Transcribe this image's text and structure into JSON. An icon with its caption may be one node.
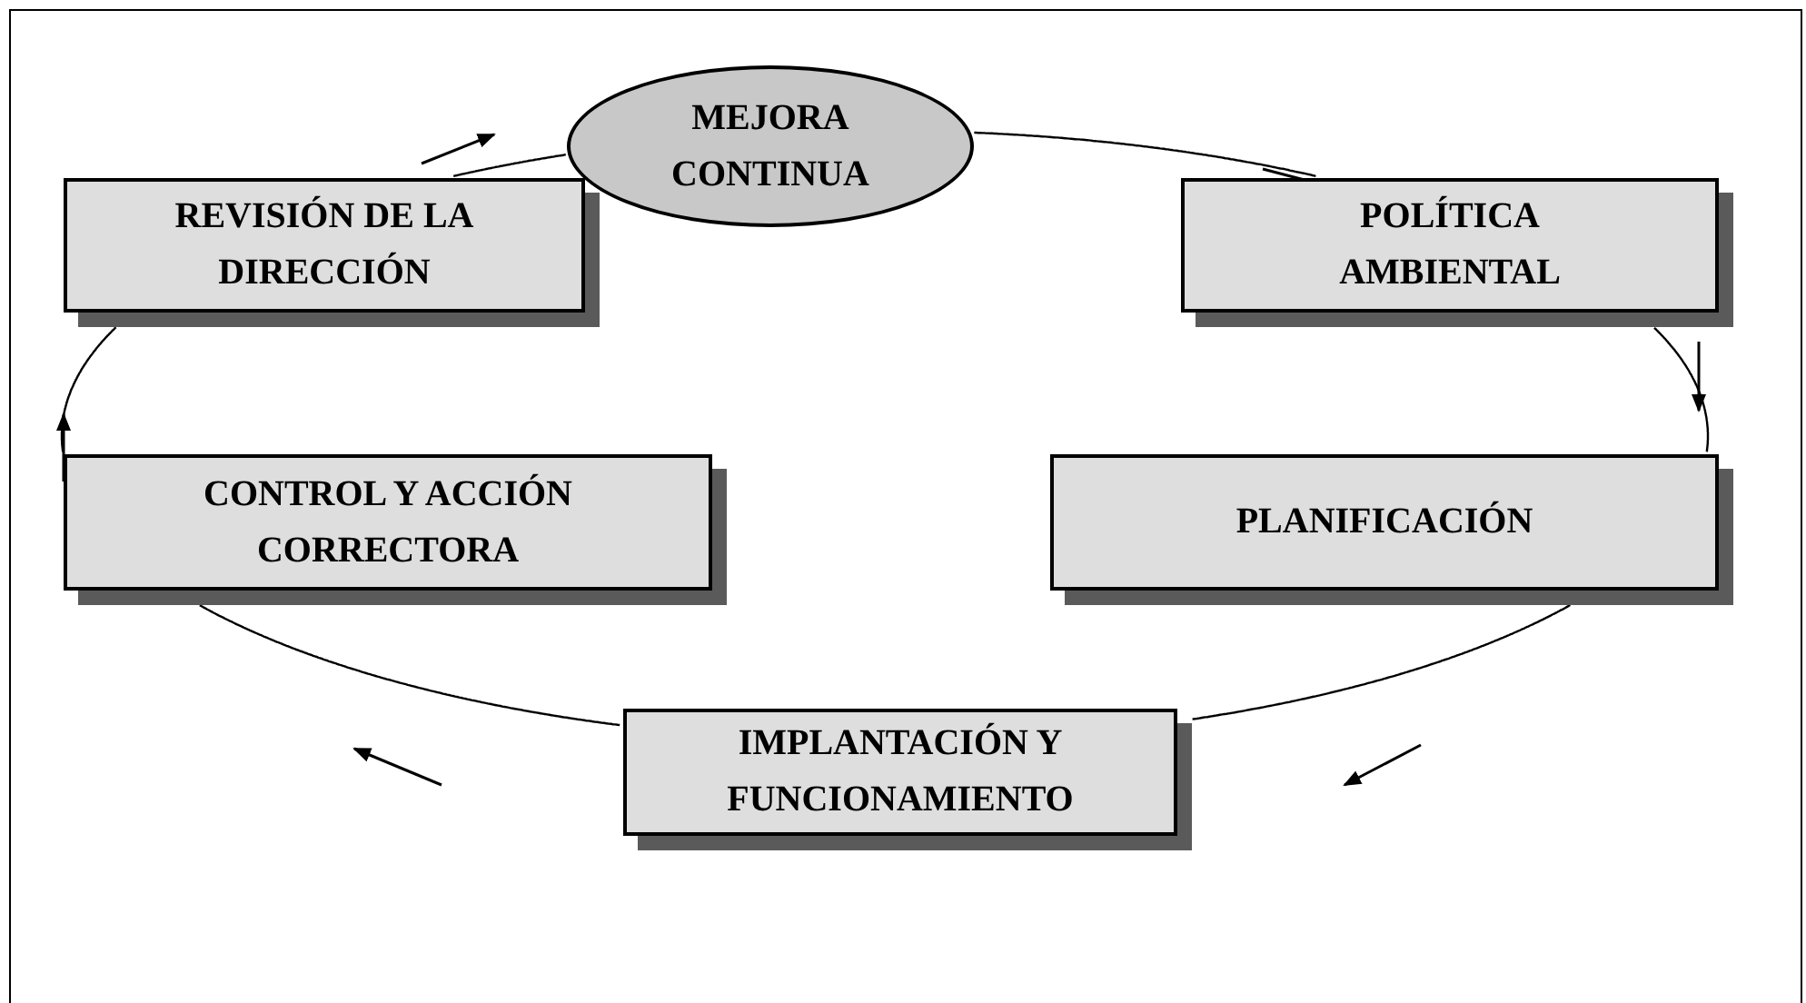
{
  "diagram": {
    "nodes": [
      {
        "text": [
          "MEJORA CONTINUA"
        ]
      },
      {
        "text": [
          "POLÍTICA AMBIENTAL"
        ]
      },
      {
        "text": [
          "PLANIFICACIÓN"
        ]
      },
      {
        "text": [
          "IMPLANTACIÓN Y FUNCIONAMIENTO"
        ]
      },
      {
        "text": [
          "CONTROL Y ACCIÓN CORRECTORA"
        ]
      },
      {
        "text": [
          "REVISIÓN DE LA DIRECCIÓN"
        ]
      }
    ],
    "edges": [
      {
        "from": 0,
        "to": 1,
        "arrow": "none"
      },
      {
        "from": 1,
        "to": 2,
        "arrow": "none"
      },
      {
        "from": 2,
        "to": 3,
        "arrow": "none"
      },
      {
        "from": 3,
        "to": 4,
        "arrow": "none"
      },
      {
        "from": 4,
        "to": 5,
        "arrow": "none"
      },
      {
        "from": 5,
        "to": 0,
        "arrow": "none"
      }
    ]
  }
}
